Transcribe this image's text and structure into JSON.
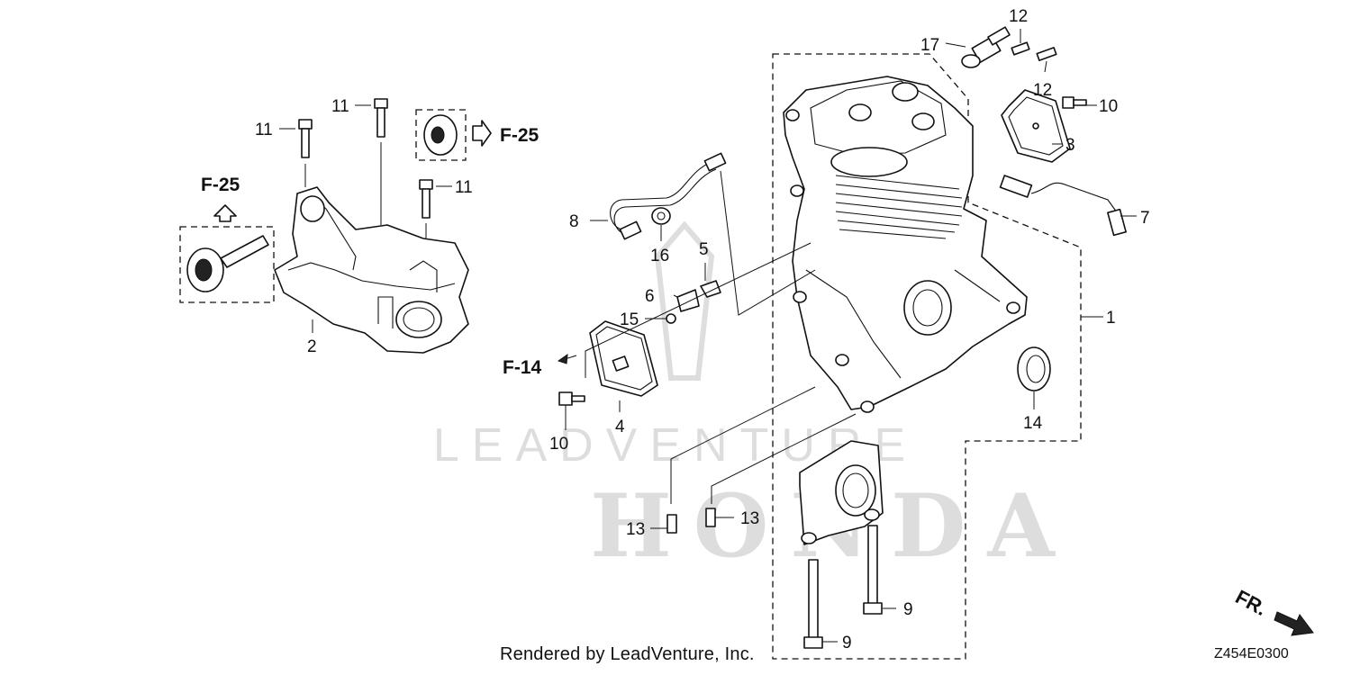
{
  "watermark": {
    "brand": "LEADVENTURE",
    "oem": "HONDA"
  },
  "callouts": [
    {
      "id": "c1",
      "text": "1"
    },
    {
      "id": "c2",
      "text": "2"
    },
    {
      "id": "c3",
      "text": "3"
    },
    {
      "id": "c4",
      "text": "4"
    },
    {
      "id": "c5",
      "text": "5"
    },
    {
      "id": "c6",
      "text": "6"
    },
    {
      "id": "c7",
      "text": "7"
    },
    {
      "id": "c8",
      "text": "8"
    },
    {
      "id": "c9a",
      "text": "9"
    },
    {
      "id": "c9b",
      "text": "9"
    },
    {
      "id": "c10a",
      "text": "10"
    },
    {
      "id": "c10b",
      "text": "10"
    },
    {
      "id": "c11a",
      "text": "11"
    },
    {
      "id": "c11b",
      "text": "11"
    },
    {
      "id": "c11c",
      "text": "11"
    },
    {
      "id": "c12a",
      "text": "12"
    },
    {
      "id": "c12b",
      "text": "12"
    },
    {
      "id": "c13a",
      "text": "13"
    },
    {
      "id": "c13b",
      "text": "13"
    },
    {
      "id": "c14",
      "text": "14"
    },
    {
      "id": "c15",
      "text": "15"
    },
    {
      "id": "c16",
      "text": "16"
    },
    {
      "id": "c17",
      "text": "17"
    }
  ],
  "references": {
    "f25_left": "F-25",
    "f25_top": "F-25",
    "f14": "F-14",
    "front": "FR."
  },
  "footer": {
    "rendered_by": "Rendered by LeadVenture, Inc.",
    "diagram_code": "Z454E0300"
  }
}
